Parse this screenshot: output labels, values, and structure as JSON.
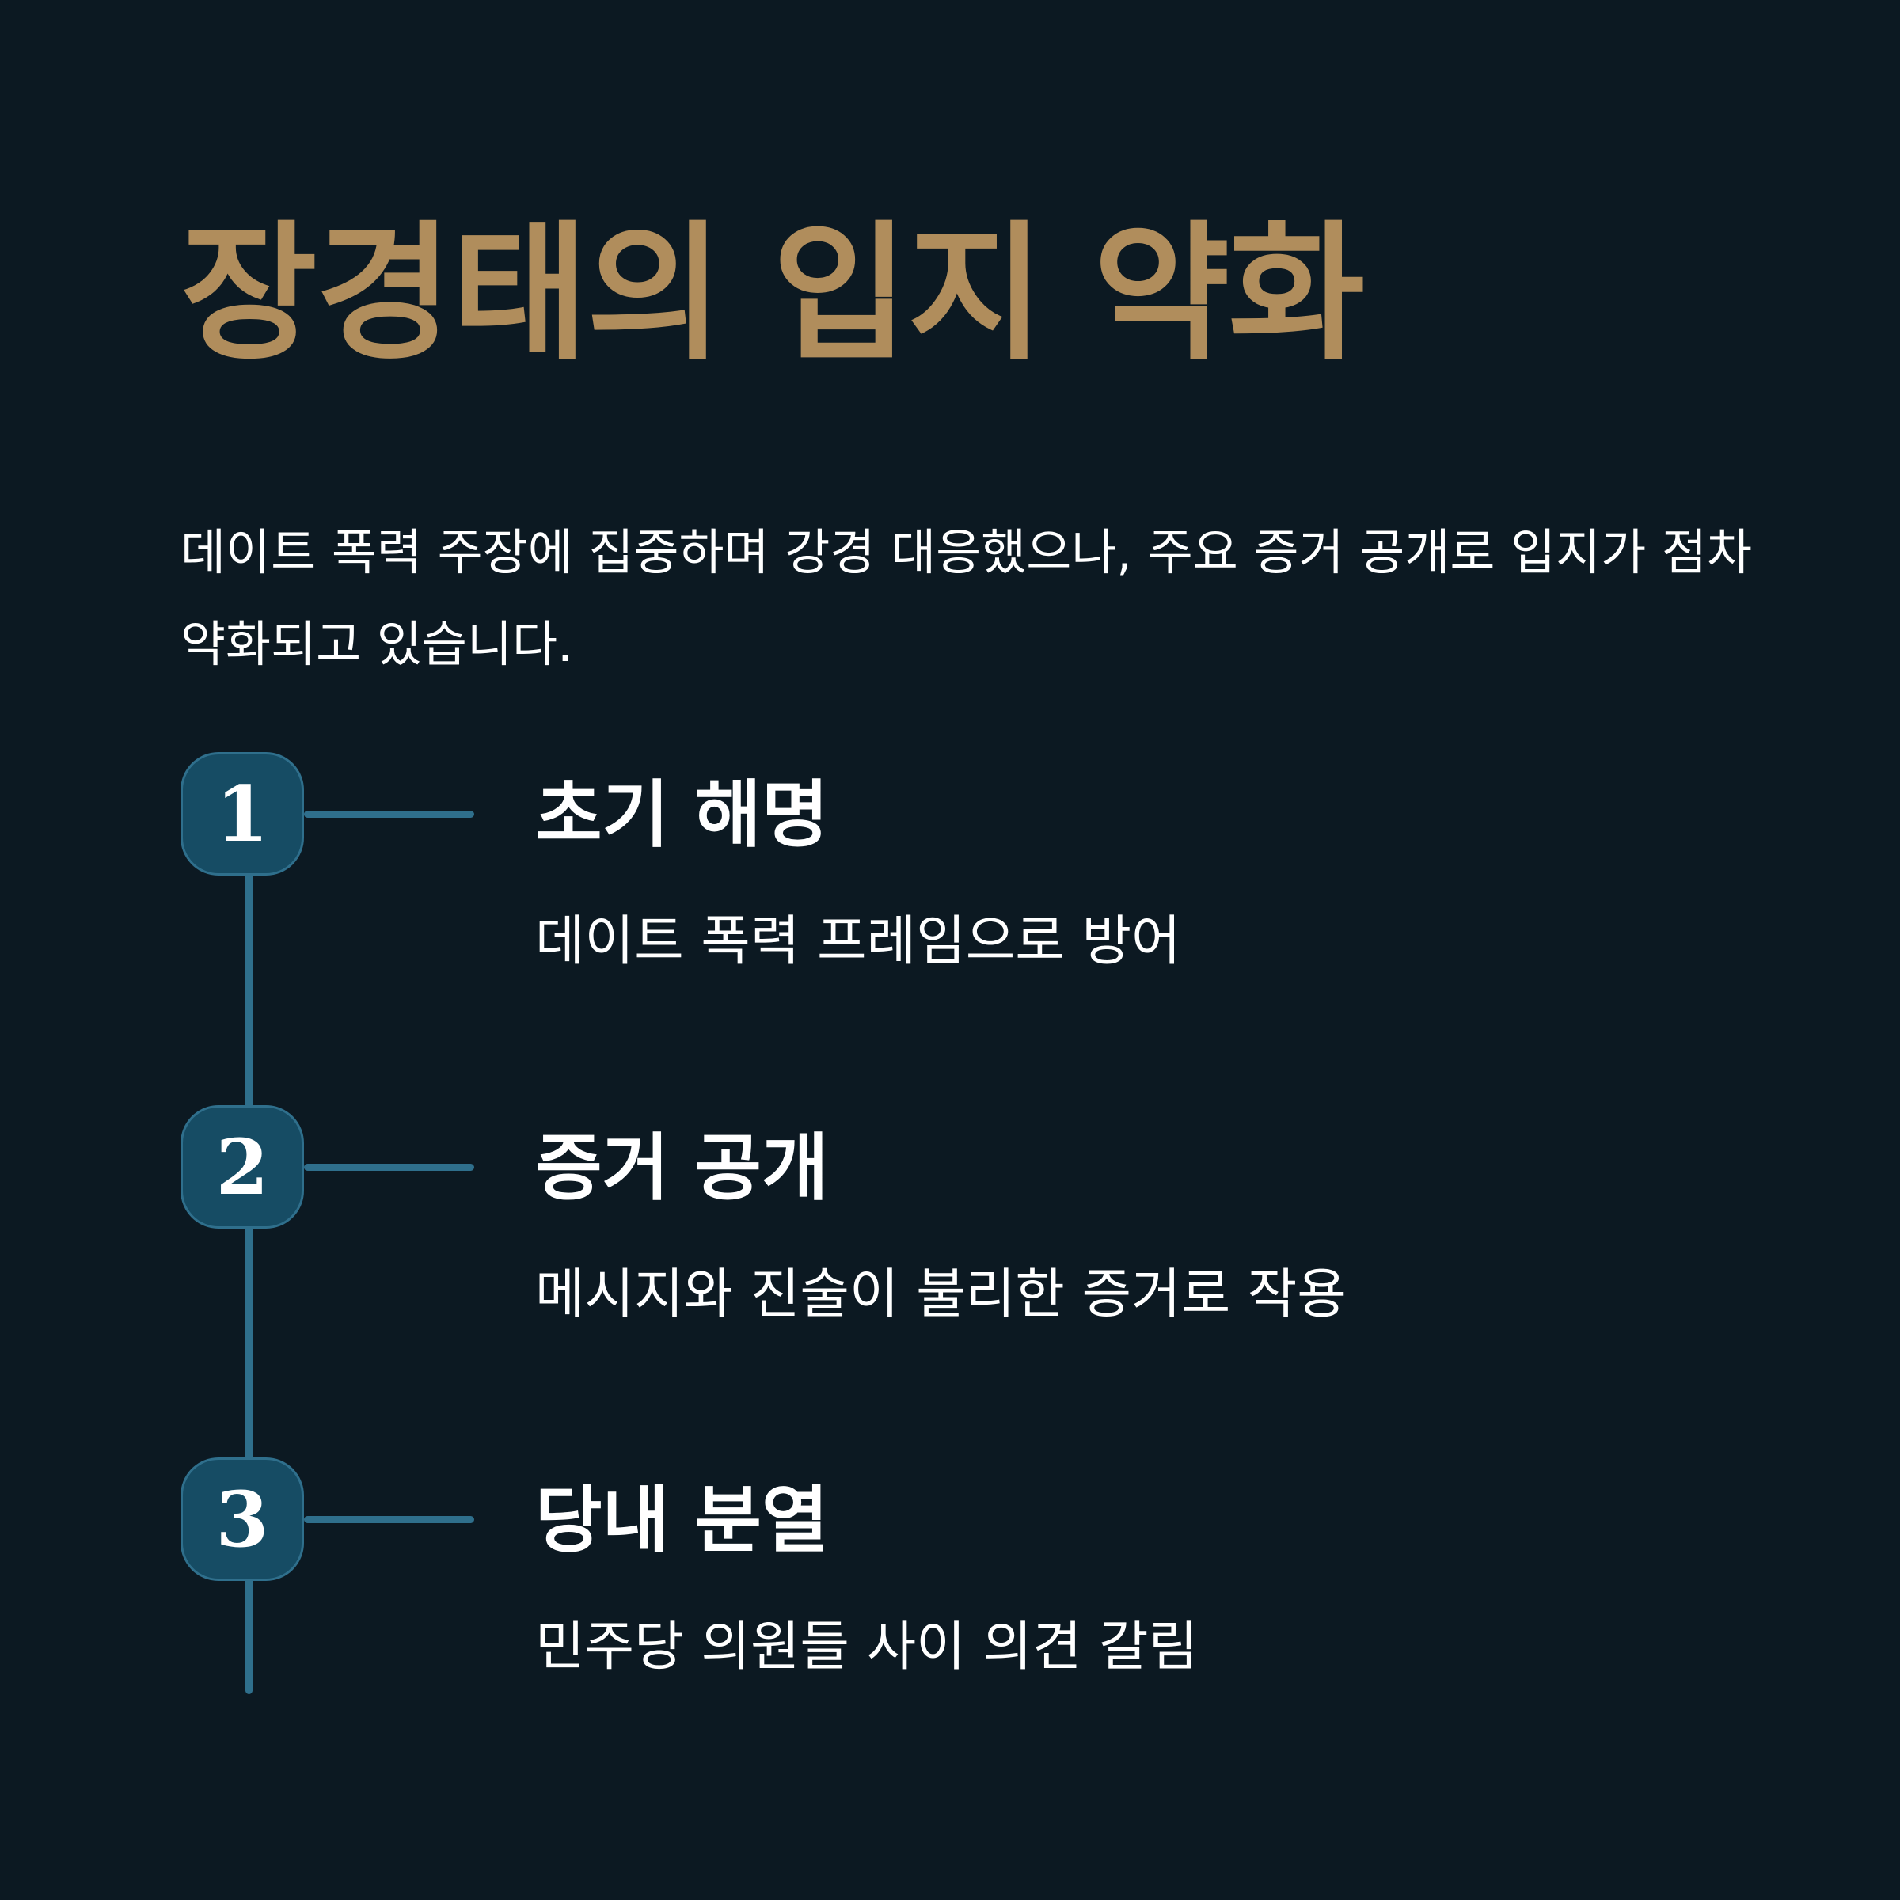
{
  "colors": {
    "background": "#0c1922",
    "title": "#b08d5c",
    "badge_fill": "#164c64",
    "line": "#2f6f8c",
    "text": "#ffffff"
  },
  "title": "장경태의 입지 약화",
  "intro": "데이트 폭력 주장에 집중하며 강경 대응했으나, 주요 증거 공개로 입지가 점차 약화되고 있습니다.",
  "steps": [
    {
      "number": "1",
      "title": "초기 해명",
      "description": "데이트 폭력 프레임으로 방어"
    },
    {
      "number": "2",
      "title": "증거 공개",
      "description": "메시지와 진술이 불리한 증거로 작용"
    },
    {
      "number": "3",
      "title": "당내 분열",
      "description": "민주당 의원들 사이 의견 갈림"
    }
  ]
}
